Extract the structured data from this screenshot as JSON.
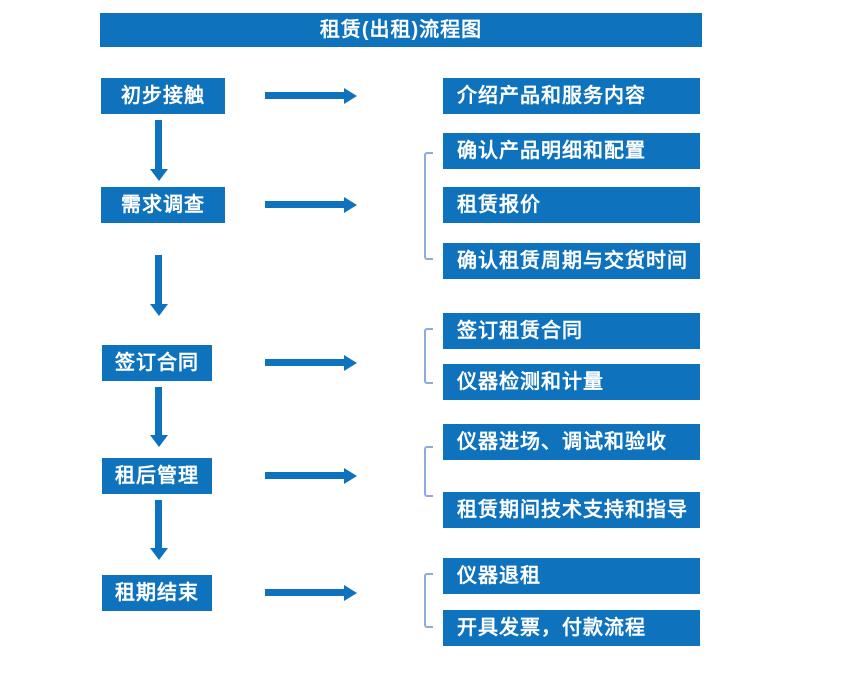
{
  "title": "租赁(出租)流程图",
  "colors": {
    "primary": "#0f72bd",
    "bracket": "#8faadc",
    "background": "#ffffff"
  },
  "steps": [
    {
      "label": "初步接触",
      "outputs": [
        "介绍产品和服务内容"
      ]
    },
    {
      "label": "需求调查",
      "outputs": [
        "确认产品明细和配置",
        "租赁报价",
        "确认租赁周期与交货时间"
      ]
    },
    {
      "label": "签订合同",
      "outputs": [
        "签订租赁合同",
        "仪器检测和计量"
      ]
    },
    {
      "label": "租后管理",
      "outputs": [
        "仪器进场、调试和验收",
        "租赁期间技术支持和指导"
      ]
    },
    {
      "label": "租期结束",
      "outputs": [
        "仪器退租",
        "开具发票，付款流程"
      ]
    }
  ]
}
